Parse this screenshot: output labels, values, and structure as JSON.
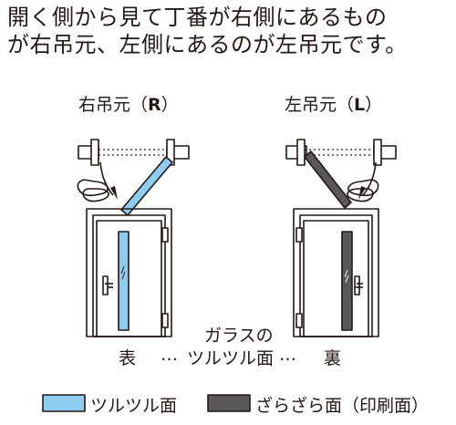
{
  "heading": {
    "line1": "開く側から見て丁番が右側にあるもの",
    "line2": "が右吊元、左側にあるのが左吊元です。"
  },
  "right_hinge": {
    "title_prefix": "右吊元（",
    "title_bold": "R",
    "title_suffix": "）"
  },
  "left_hinge": {
    "title_prefix": "左吊元（",
    "title_bold": "L",
    "title_suffix": "）"
  },
  "bottom_labels": {
    "front": "表",
    "dots_left": "…",
    "glass_line1": "ガラスの",
    "glass_line2": "ツルツル面",
    "dots_right": "…",
    "back": "裏"
  },
  "legend": [
    {
      "label": "ツルツル面",
      "color": "#8ecdf0",
      "icon": "smooth-swatch"
    },
    {
      "label": "ざらざら面（印刷面）",
      "color": "#595757",
      "icon": "rough-swatch"
    }
  ],
  "colors": {
    "line": "#231815",
    "smooth_glass": "#8ecdf0",
    "rough_glass": "#595757",
    "frame_fill": "#ffffff"
  }
}
